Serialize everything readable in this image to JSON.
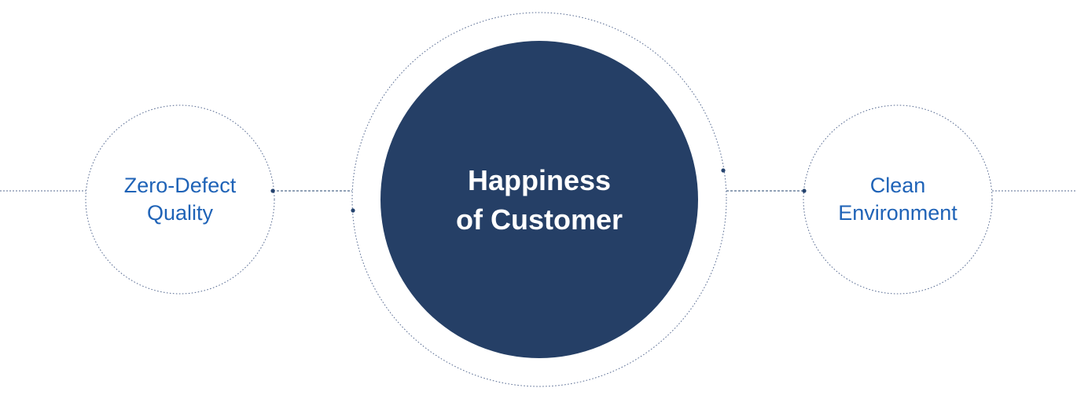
{
  "diagram": {
    "center": {
      "line1": "Happiness",
      "line2": "of Customer"
    },
    "left": {
      "line1": "Zero-Defect",
      "line2": "Quality"
    },
    "right": {
      "line1": "Clean",
      "line2": "Environment"
    }
  },
  "colors": {
    "center_fill": "#253f66",
    "label_blue": "#1f63b7",
    "center_text": "#ffffff",
    "connector": "#26446f"
  }
}
